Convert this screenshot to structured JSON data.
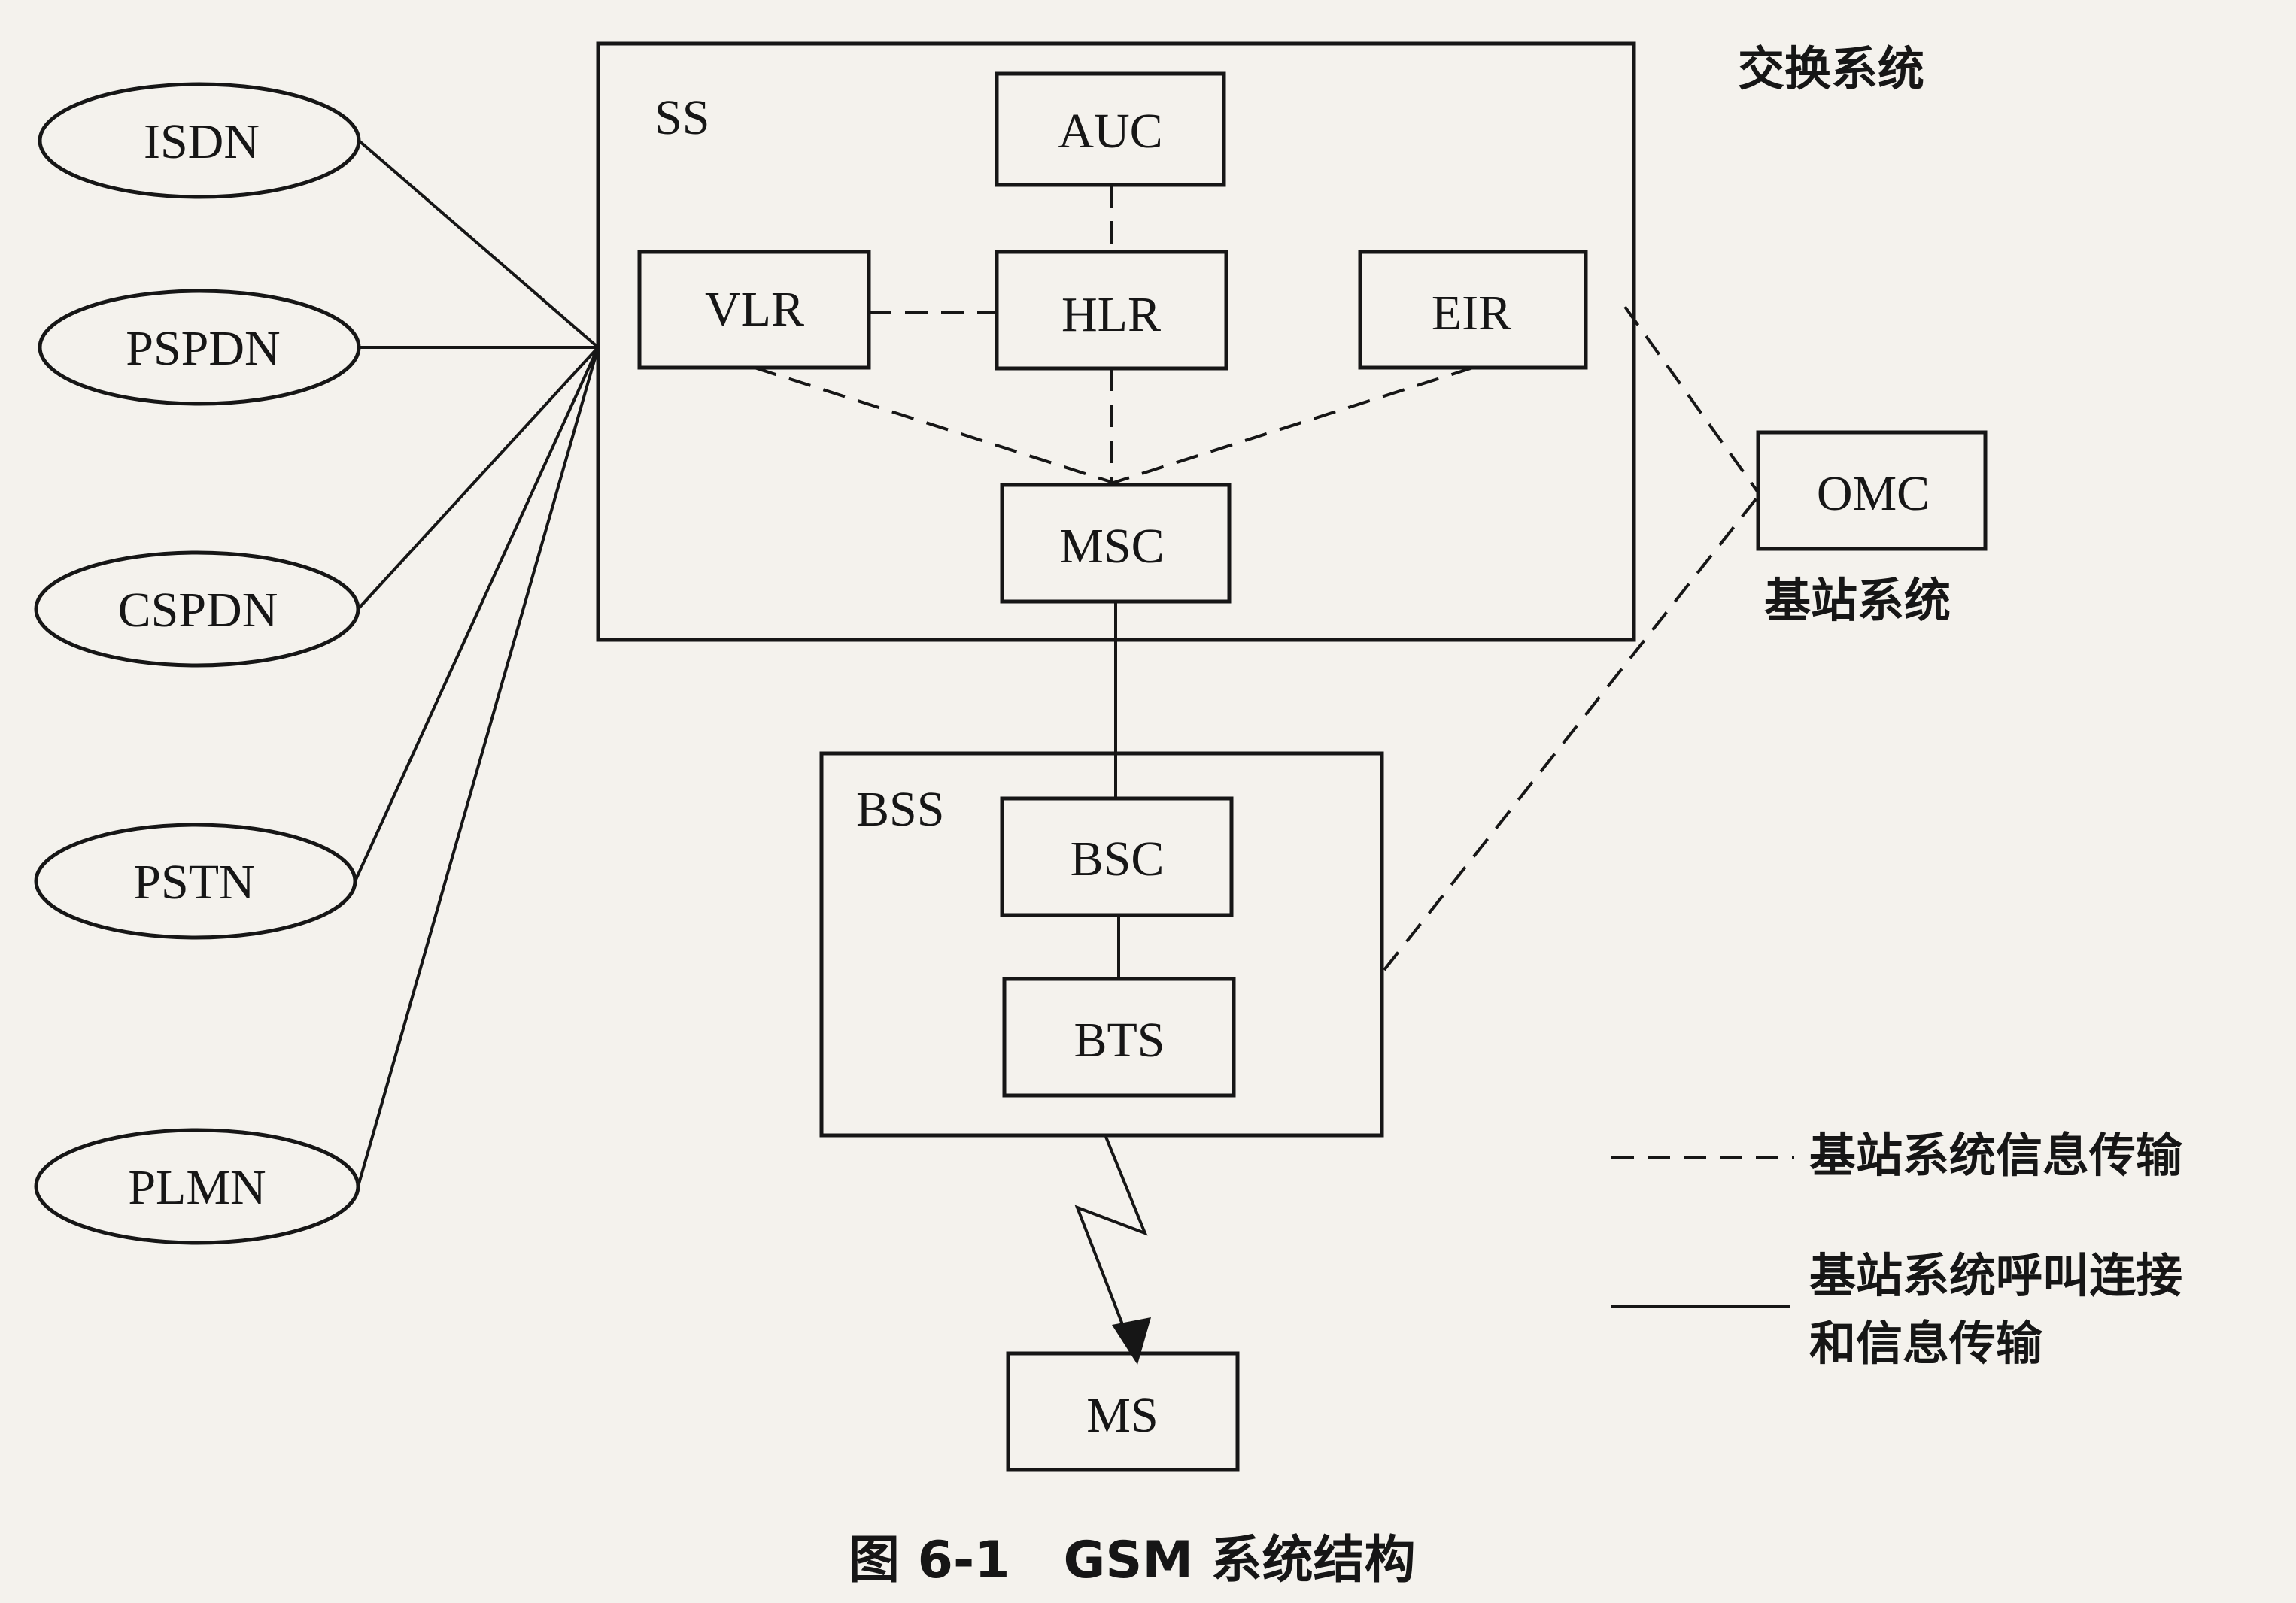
{
  "networks": [
    "ISDN",
    "PSPDN",
    "CSPDN",
    "PSTN",
    "PLMN"
  ],
  "ss": {
    "label": "SS",
    "auc": "AUC",
    "vlr": "VLR",
    "hlr": "HLR",
    "eir": "EIR",
    "msc": "MSC"
  },
  "bss": {
    "label": "BSS",
    "bsc": "BSC",
    "bts": "BTS"
  },
  "ms": "MS",
  "omc": "OMC",
  "labels": {
    "switching_system": "交换系统",
    "base_station_system": "基站系统"
  },
  "legend": {
    "dashed": "基站系统信息传输",
    "solid_line1": "基站系统呼叫连接",
    "solid_line2": "和信息传输"
  },
  "caption": "图 6-1   GSM 系统结构"
}
